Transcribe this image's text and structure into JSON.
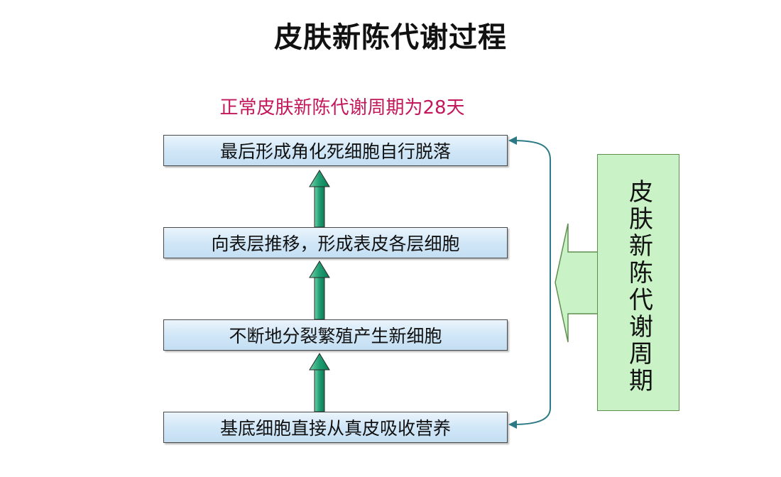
{
  "title": "皮肤新陈代谢过程",
  "subtitle": "正常皮肤新陈代谢周期为28天",
  "steps": [
    "最后形成角化死细胞自行脱落",
    "向表层推移，形成表皮各层细胞",
    "不断地分裂繁殖产生新细胞",
    "基底细胞直接从真皮吸收营养"
  ],
  "cycle_label": "皮肤新陈代谢周期",
  "colors": {
    "subtitle": "#c2185b",
    "step_fill": "#cfe6f7",
    "up_arrow": "#1f9e72",
    "cycle_box": "#c9f2c6",
    "loop_line": "#2c7a86"
  }
}
